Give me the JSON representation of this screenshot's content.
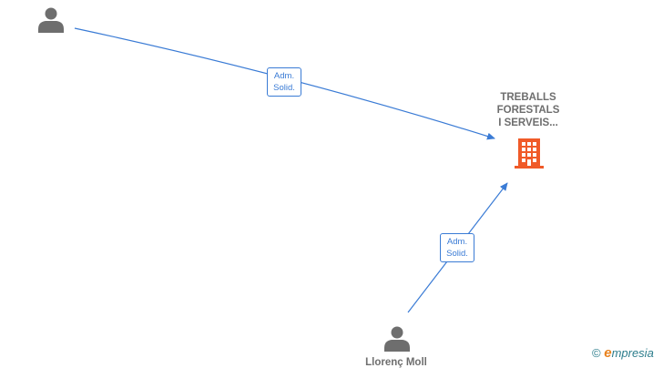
{
  "company": {
    "name_lines": [
      "TREBALLS",
      "FORESTALS",
      "I SERVEIS..."
    ],
    "icon": "building-icon",
    "icon_color": "#f05a28"
  },
  "persons": [
    {
      "name": "",
      "icon": "person-icon"
    },
    {
      "name": "Llorenç Moll",
      "icon": "person-icon"
    }
  ],
  "edges": [
    {
      "from": "person-0",
      "to": "company",
      "label_line1": "Adm.",
      "label_line2": "Solid."
    },
    {
      "from": "person-1",
      "to": "company",
      "label_line1": "Adm.",
      "label_line2": "Solid."
    }
  ],
  "colors": {
    "edge": "#3a7bd5",
    "node_text": "#6e6e6e",
    "person_icon": "#6e6e6e"
  },
  "brand": {
    "copyright": "©",
    "e": "e",
    "rest": "mpresia"
  }
}
